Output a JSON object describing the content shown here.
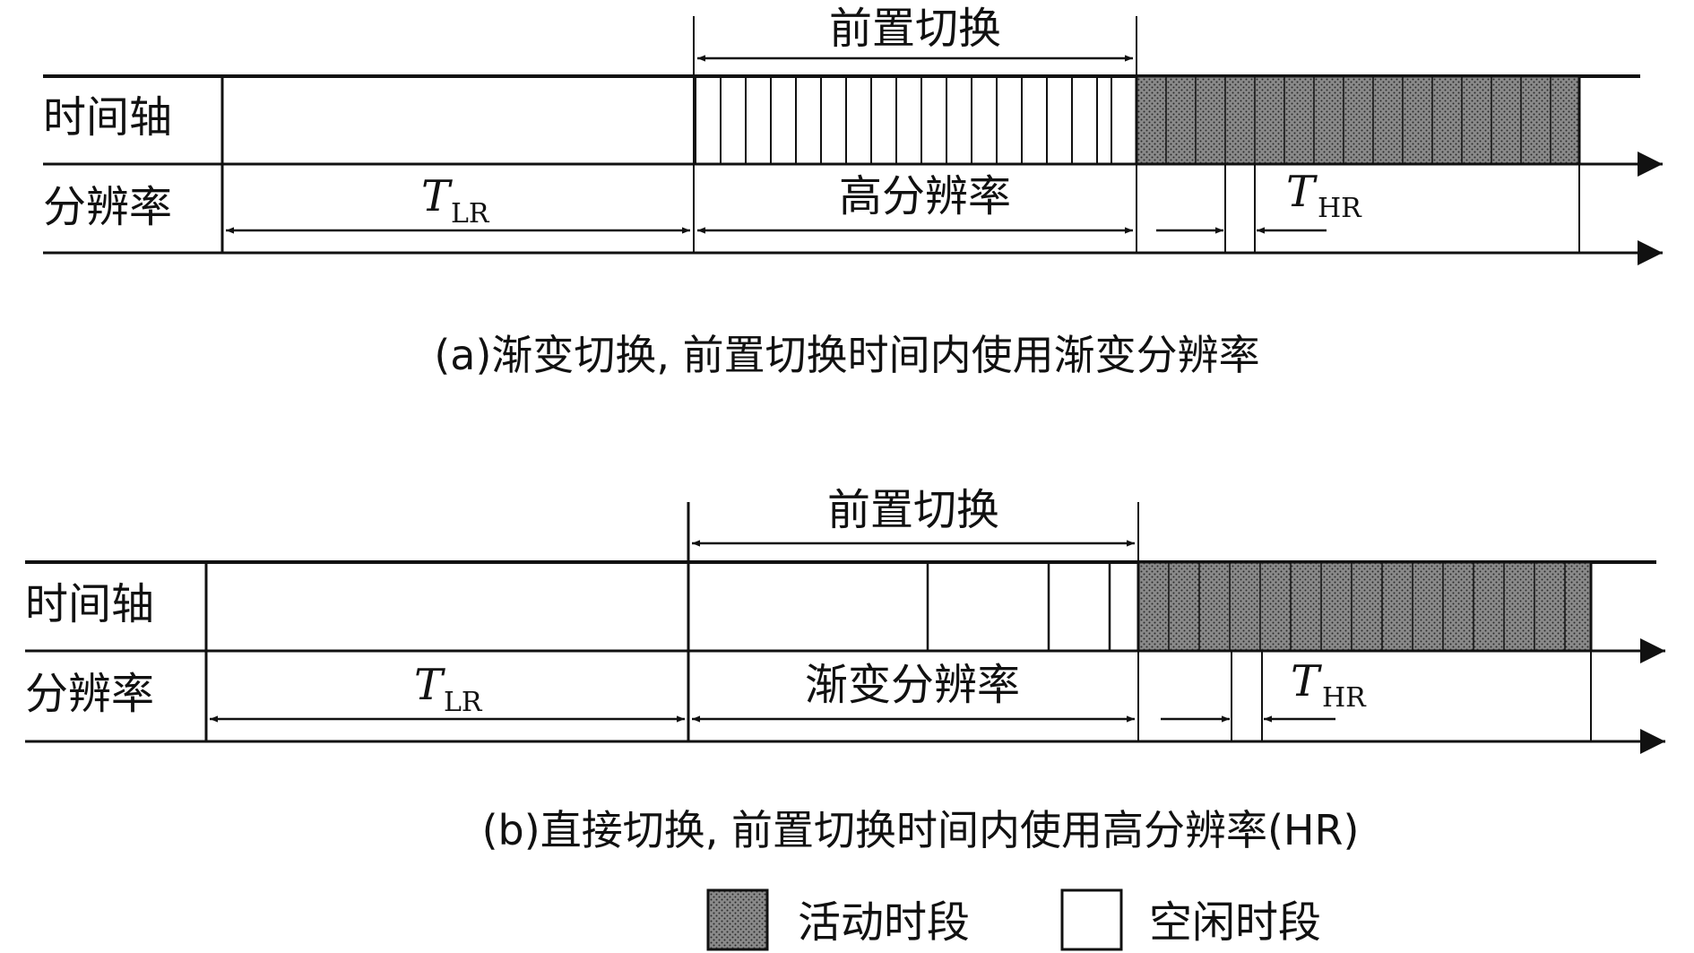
{
  "panels": [
    {
      "caption": "(a)渐变切换, 前置切换时间内使用渐变分辨率",
      "row_labels": {
        "time_axis": "时间轴",
        "resolution": "分辨率"
      },
      "pre_switch_label": "前置切换",
      "t_lr": {
        "symbol": "T",
        "subscript": "LR"
      },
      "middle_label": "高分辨率",
      "t_hr": {
        "symbol": "T",
        "subscript": "HR"
      }
    },
    {
      "caption": "(b)直接切换, 前置切换时间内使用高分辨率(HR)",
      "row_labels": {
        "time_axis": "时间轴",
        "resolution": "分辨率"
      },
      "pre_switch_label": "前置切换",
      "t_lr": {
        "symbol": "T",
        "subscript": "LR"
      },
      "middle_label": "渐变分辨率",
      "t_hr": {
        "symbol": "T",
        "subscript": "HR"
      }
    }
  ],
  "legend": {
    "active": "活动时段",
    "idle": "空闲时段"
  }
}
